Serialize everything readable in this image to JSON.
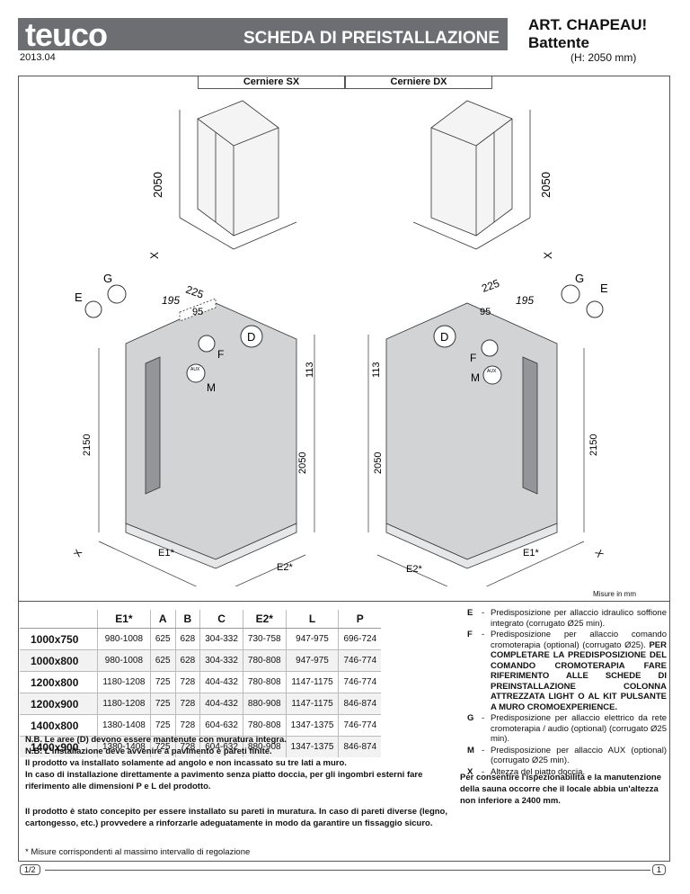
{
  "header": {
    "logo": "teuco",
    "sheet_title": "SCHEDA DI PREISTALLAZIONE",
    "date": "2013.04",
    "art_title": "ART. CHAPEAU!",
    "art_variant": "Battente",
    "height_note": "(H: 2050 mm)"
  },
  "diagram": {
    "hinge_left": "Cerniere SX",
    "hinge_right": "Cerniere DX",
    "dim_2050": "2050",
    "dim_2150": "2150",
    "dim_113": "113",
    "dim_225": "225",
    "dim_195": "195",
    "dim_95": "95",
    "label_x": "X",
    "label_g": "G",
    "label_e": "E",
    "label_d": "D",
    "label_f": "F",
    "label_m": "M",
    "label_aux": "AUX",
    "label_e1": "E1*",
    "label_e2": "E2*"
  },
  "misure": "Misure in mm",
  "table": {
    "headers": [
      "",
      "E1*",
      "A",
      "B",
      "C",
      "E2*",
      "L",
      "P"
    ],
    "rows": [
      [
        "1000x750",
        "980-1008",
        "625",
        "628",
        "304-332",
        "730-758",
        "947-975",
        "696-724"
      ],
      [
        "1000x800",
        "980-1008",
        "625",
        "628",
        "304-332",
        "780-808",
        "947-975",
        "746-774"
      ],
      [
        "1200x800",
        "1180-1208",
        "725",
        "728",
        "404-432",
        "780-808",
        "1147-1175",
        "746-774"
      ],
      [
        "1200x900",
        "1180-1208",
        "725",
        "728",
        "404-432",
        "880-908",
        "1147-1175",
        "846-874"
      ],
      [
        "1400x800",
        "1380-1408",
        "725",
        "728",
        "604-632",
        "780-808",
        "1347-1375",
        "746-774"
      ],
      [
        "1400x900",
        "1380-1408",
        "725",
        "728",
        "604-632",
        "880-908",
        "1347-1375",
        "846-874"
      ]
    ]
  },
  "notes": {
    "n1": "N.B. Le aree (D) devono essere mantenute con muratura integra.",
    "n2": "N.B. L'installazione deve avvenire a pavimento e pareti finite.",
    "n3": "Il prodotto va installato solamente ad angolo e non incassato su tre lati a muro.",
    "n4": "In caso di installazione direttamente a pavimento senza piatto doccia, per gli ingombri esterni fare riferimento alle dimensioni P e L del prodotto.",
    "n5": "Il prodotto è stato concepito per essere installato su pareti in muratura. In caso di pareti diverse (legno, cartongesso, etc.) provvedere a rinforzarle adeguatamente in modo da garantire un fissaggio sicuro.",
    "footnote": "* Misure corrispondenti al massimo intervallo di regolazione"
  },
  "legend": [
    {
      "key": "E",
      "text": "Predisposizione per allaccio idraulico soffione integrato (corrugato Ø25 min)."
    },
    {
      "key": "F",
      "text": "Predisposizione per allaccio comando cromoterapia (optional) (corrugato Ø25).",
      "bold": "PER COMPLETARE LA PREDISPOSIZIONE DEL COMANDO CROMOTERAPIA FARE RIFERIMENTO ALLE SCHEDE DI PREINSTALLAZIONE COLONNA ATTREZZATA LIGHT O AL KIT PULSANTE A MURO CROMOEXPERIENCE."
    },
    {
      "key": "G",
      "text": "Predisposizione per allaccio elettrico da rete cromoterapia / audio (optional) (corrugato Ø25 min)."
    },
    {
      "key": "M",
      "text": "Predisposizione per allaccio AUX (optional) (corrugato Ø25 min)."
    },
    {
      "key": "X",
      "text": "Altezza del piatto doccia."
    }
  ],
  "sauna_note": "Per consentire l'ispezionabilità e la manutenzione della sauna occorre che il locale abbia un'altezza non inferiore a 2400 mm.",
  "page": {
    "left": "1/2",
    "right": "1"
  }
}
